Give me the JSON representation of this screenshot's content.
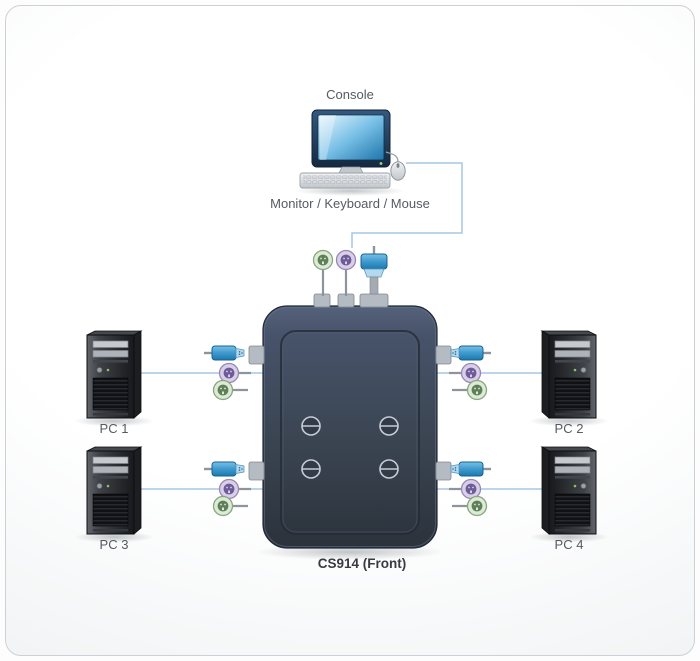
{
  "diagram": {
    "title_label": "CS914 (Front)",
    "console": {
      "label": "Console",
      "peripherals_label": "Monitor / Keyboard / Mouse"
    },
    "computers": [
      {
        "label": "PC 1"
      },
      {
        "label": "PC 2"
      },
      {
        "label": "PC 3"
      },
      {
        "label": "PC 4"
      }
    ],
    "device": {
      "model": "CS914",
      "view_label": "Front",
      "port_button_count": 4
    },
    "legend": {
      "connection_line_color": "#a5c7e4",
      "switch_body_color": "#39434f",
      "vga_connector_color": "#3d9ace",
      "ps2_mouse_connector_color": "#5f7f59",
      "ps2_keyboard_connector_color": "#6d5c98",
      "background_color": "#eef0f2"
    }
  }
}
